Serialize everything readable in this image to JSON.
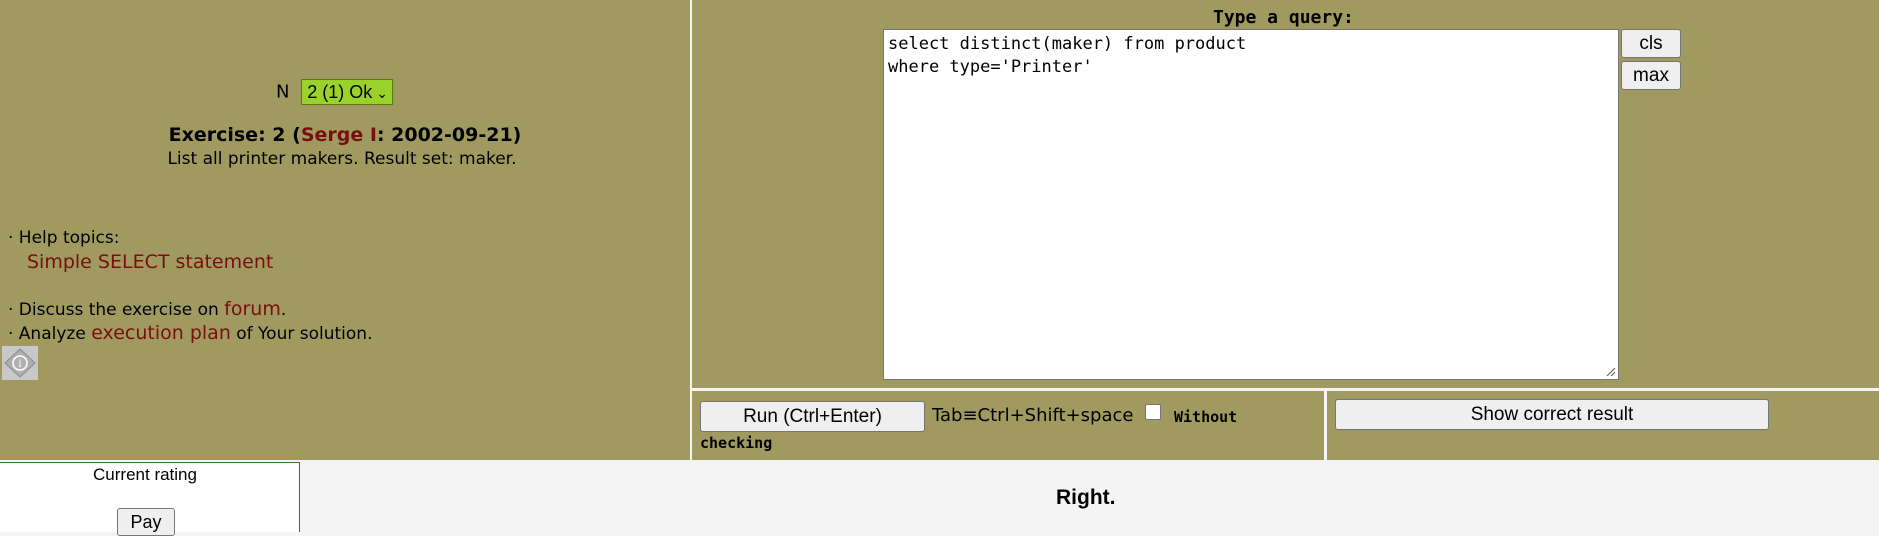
{
  "exercise_selector": {
    "label": "N",
    "selected": "2 (1) Ok"
  },
  "exercise": {
    "prefix": "Exercise: 2 (",
    "author": "Serge I",
    "suffix": ": 2002-09-21)",
    "description": "List all printer makers. Result set: maker."
  },
  "help": {
    "label": "· Help topics:",
    "topic_link": "Simple SELECT statement"
  },
  "discuss": {
    "before": "· Discuss the exercise on ",
    "link": "forum",
    "after": "."
  },
  "analyze": {
    "before": "· Analyze ",
    "link": "execution plan",
    "after": " of Your solution."
  },
  "icons": {
    "info": "info-icon"
  },
  "query": {
    "label": "Type a query:",
    "text": "select distinct(maker) from product\nwhere type='Printer'"
  },
  "buttons": {
    "cls": "cls",
    "max": "max",
    "run": "Run (Ctrl+Enter)",
    "show_correct": "Show correct result",
    "pay": "Pay"
  },
  "run_bar": {
    "tab_hint": "Tab≡Ctrl+Shift+space",
    "without": "Without",
    "checking": "checking"
  },
  "rating": {
    "label": "Current rating"
  },
  "result": {
    "message": "Right."
  },
  "colors": {
    "panel": "#a09a60",
    "link": "#7a0e0e",
    "select_bg": "#9ad12a"
  }
}
